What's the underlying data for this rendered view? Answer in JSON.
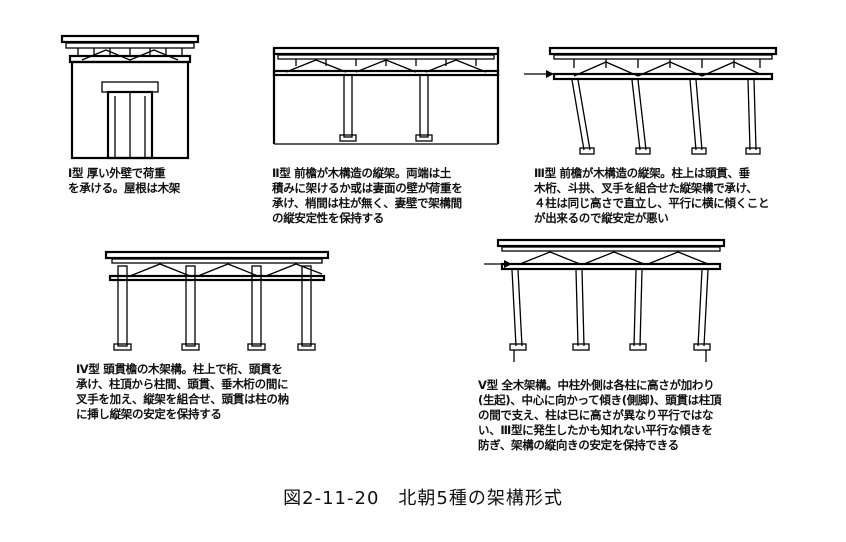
{
  "figure": {
    "title": "図2-11-20　北朝5種の架構形式"
  },
  "types": [
    {
      "id": "type-1",
      "caption": "Ⅰ型 厚い外壁で荷重\nを承ける。屋根は木架"
    },
    {
      "id": "type-2",
      "caption": "Ⅱ型 前檐が木構造の縦架。両端は土\n積みに架けるか或は妻面の壁が荷重を\n承け、梢間は柱が無く、妻壁で架構間\nの縦安定性を保持する"
    },
    {
      "id": "type-3",
      "caption": "Ⅲ型 前檐が木構造の縦架。柱上は頭貫、垂\n木桁、斗拱、叉手を組合せた縦架構で承け、\n４柱は同じ高さで直立し、平行に横に傾くこと\nが出来るので縦安定が悪い"
    },
    {
      "id": "type-4",
      "caption": "Ⅳ型 頭貫檐の木架構。柱上で桁、頭貫を\n承け、柱頂から柱間、頭貫、垂木桁の間に\n叉手を加え、縦架を組合せ、頭貫は柱の枘\nに挿し縦架の安定を保持する"
    },
    {
      "id": "type-5",
      "caption": "Ⅴ型 全木架構。中柱外側は各柱に高さが加わり\n(生起)、中心に向かって傾き(側脚)、頭貫は柱頂\nの間で支え、柱は已に高さが異なり平行ではな\nい、Ⅲ型に発生したかも知れない平行な傾きを\n防ぎ、架構の縦向きの安定を保持できる"
    }
  ]
}
